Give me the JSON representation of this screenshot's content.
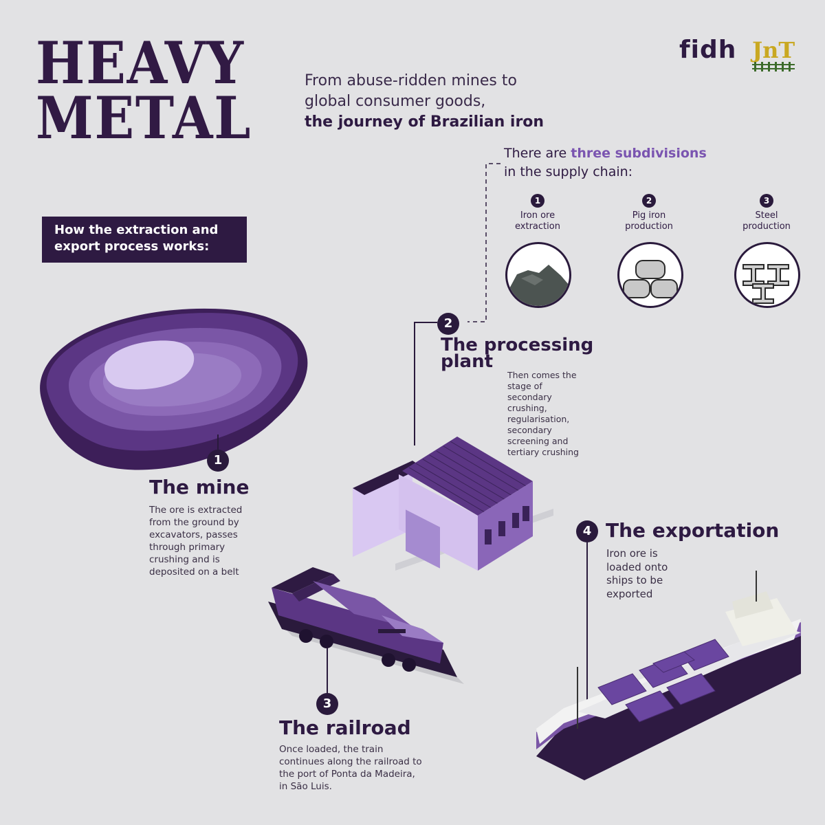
{
  "title": {
    "line1": "HEAVY",
    "line2": "METAL"
  },
  "subtitle": {
    "line1": "From abuse-ridden mines to",
    "line2": "global consumer goods,",
    "bold": "the journey of Brazilian iron"
  },
  "logos": {
    "fidh": "fidh",
    "jnt": "JnT"
  },
  "subdivisions": {
    "intro_pre": "There are ",
    "intro_highlight": "three subdivisions",
    "intro_post": "in the supply chain:",
    "items": [
      {
        "num": "1",
        "label_line1": "Iron ore",
        "label_line2": "extraction",
        "icon": "iron-ore-icon"
      },
      {
        "num": "2",
        "label_line1": "Pig iron",
        "label_line2": "production",
        "icon": "pig-iron-icon"
      },
      {
        "num": "3",
        "label_line1": "Steel",
        "label_line2": "production",
        "icon": "steel-beams-icon"
      }
    ]
  },
  "process_label": {
    "line1": "How the extraction and",
    "line2": "export process works:"
  },
  "steps": [
    {
      "num": "1",
      "title": "The mine",
      "lines": [
        "The ore is extracted",
        "from the ground by",
        "excavators, passes",
        "through primary",
        "crushing and is",
        "deposited on a belt"
      ]
    },
    {
      "num": "2",
      "title_line1": "The processing",
      "title_line2": "plant",
      "lines": [
        "Then comes the",
        "stage of",
        "secondary",
        "crushing,",
        "regularisation,",
        "secondary",
        "screening and",
        "tertiary crushing"
      ]
    },
    {
      "num": "3",
      "title": "The railroad",
      "lines": [
        "Once loaded, the train",
        "continues along the railroad to",
        "the port of Ponta da Madeira,",
        "in São Luis."
      ]
    },
    {
      "num": "4",
      "title": "The exportation",
      "lines": [
        "Iron ore is",
        "loaded onto",
        "ships to be",
        "exported"
      ]
    }
  ],
  "colors": {
    "dark": "#2e1a42",
    "accent": "#7a54b0",
    "background": "#e2e2e4"
  }
}
